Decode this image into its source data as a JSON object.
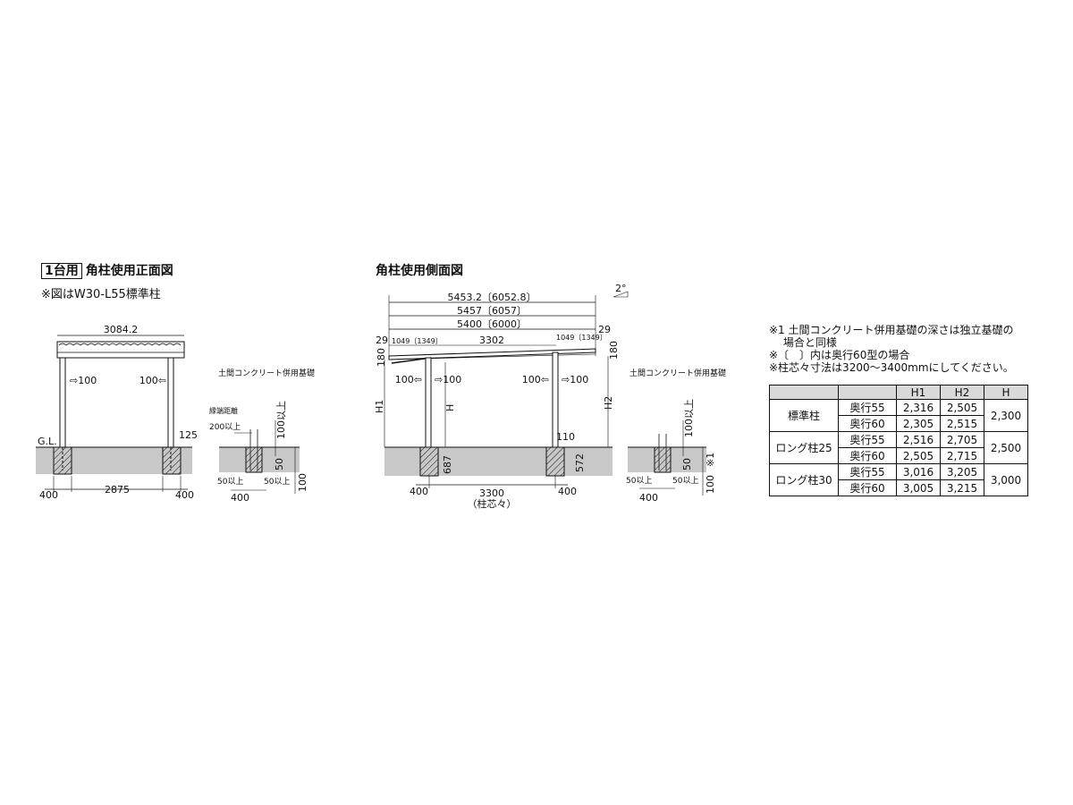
{
  "front": {
    "badge": "1台用",
    "title": "角柱使用正面図",
    "note": "※図はW30-L55標準柱",
    "width": "3084.2",
    "arrow_left": "⇨100",
    "arrow_right": "100⇦",
    "gl": "G.L.",
    "h125": "125",
    "foot_left": "400",
    "span": "2875",
    "foot_right": "400"
  },
  "front_detail": {
    "title": "土間コンクリート併用基礎",
    "edge_label_1": "縁端距離",
    "edge_label_2": "200以上",
    "depth_top": "100以上",
    "depth_50": "50",
    "depth_100": "100",
    "bottom_left": "50以上",
    "bottom_right": "50以上",
    "width_400": "400"
  },
  "side": {
    "title": "角柱使用側面図",
    "angle": "2°",
    "dim_total": "5453.2〔6052.8〕",
    "dim_roof": "5457〔6057〕",
    "dim_frame": "5400〔6000〕",
    "overhang_left": "1049〔1349〕",
    "beam_span": "3302",
    "overhang_right": "1049〔1349〕",
    "h29_left": "29",
    "h29_right": "29",
    "h180_left": "180",
    "h180_right": "180",
    "h1": "H1",
    "h": "H",
    "h2": "H2",
    "arrow_l1": "100⇦",
    "arrow_l2": "⇨100",
    "arrow_r1": "100⇦",
    "arrow_r2": "⇨100",
    "h110": "110",
    "embed_left": "687",
    "embed_right": "572",
    "foot_left": "400",
    "post_span": "3300",
    "post_span_note": "（柱芯々）",
    "foot_right": "400"
  },
  "side_detail": {
    "title": "土間コンクリート併用基礎",
    "depth_top": "100以上",
    "depth_50": "50",
    "ref": "※1",
    "depth_100": "100",
    "bottom_left": "50以上",
    "bottom_right": "50以上",
    "width_400": "400"
  },
  "notes": [
    "※1 土間コンクリート併用基礎の深さは独立基礎の",
    "　 場合と同様",
    "※〔　〕内は奥行60型の場合",
    "※柱芯々寸法は3200～3400mmにしてください。"
  ],
  "table": {
    "headers": [
      "",
      "",
      "H1",
      "H2",
      "H"
    ],
    "groups": [
      {
        "name": "標準柱",
        "h": "2,300",
        "rows": [
          {
            "depth": "奥行55",
            "h1": "2,316",
            "h2": "2,505"
          },
          {
            "depth": "奥行60",
            "h1": "2,305",
            "h2": "2,515"
          }
        ]
      },
      {
        "name": "ロング柱25",
        "h": "2,500",
        "rows": [
          {
            "depth": "奥行55",
            "h1": "2,516",
            "h2": "2,705"
          },
          {
            "depth": "奥行60",
            "h1": "2,505",
            "h2": "2,715"
          }
        ]
      },
      {
        "name": "ロング柱30",
        "h": "3,000",
        "rows": [
          {
            "depth": "奥行55",
            "h1": "3,016",
            "h2": "3,205"
          },
          {
            "depth": "奥行60",
            "h1": "3,005",
            "h2": "3,215"
          }
        ]
      }
    ]
  },
  "colors": {
    "ground": "#c8c8c8",
    "line": "#111111"
  }
}
